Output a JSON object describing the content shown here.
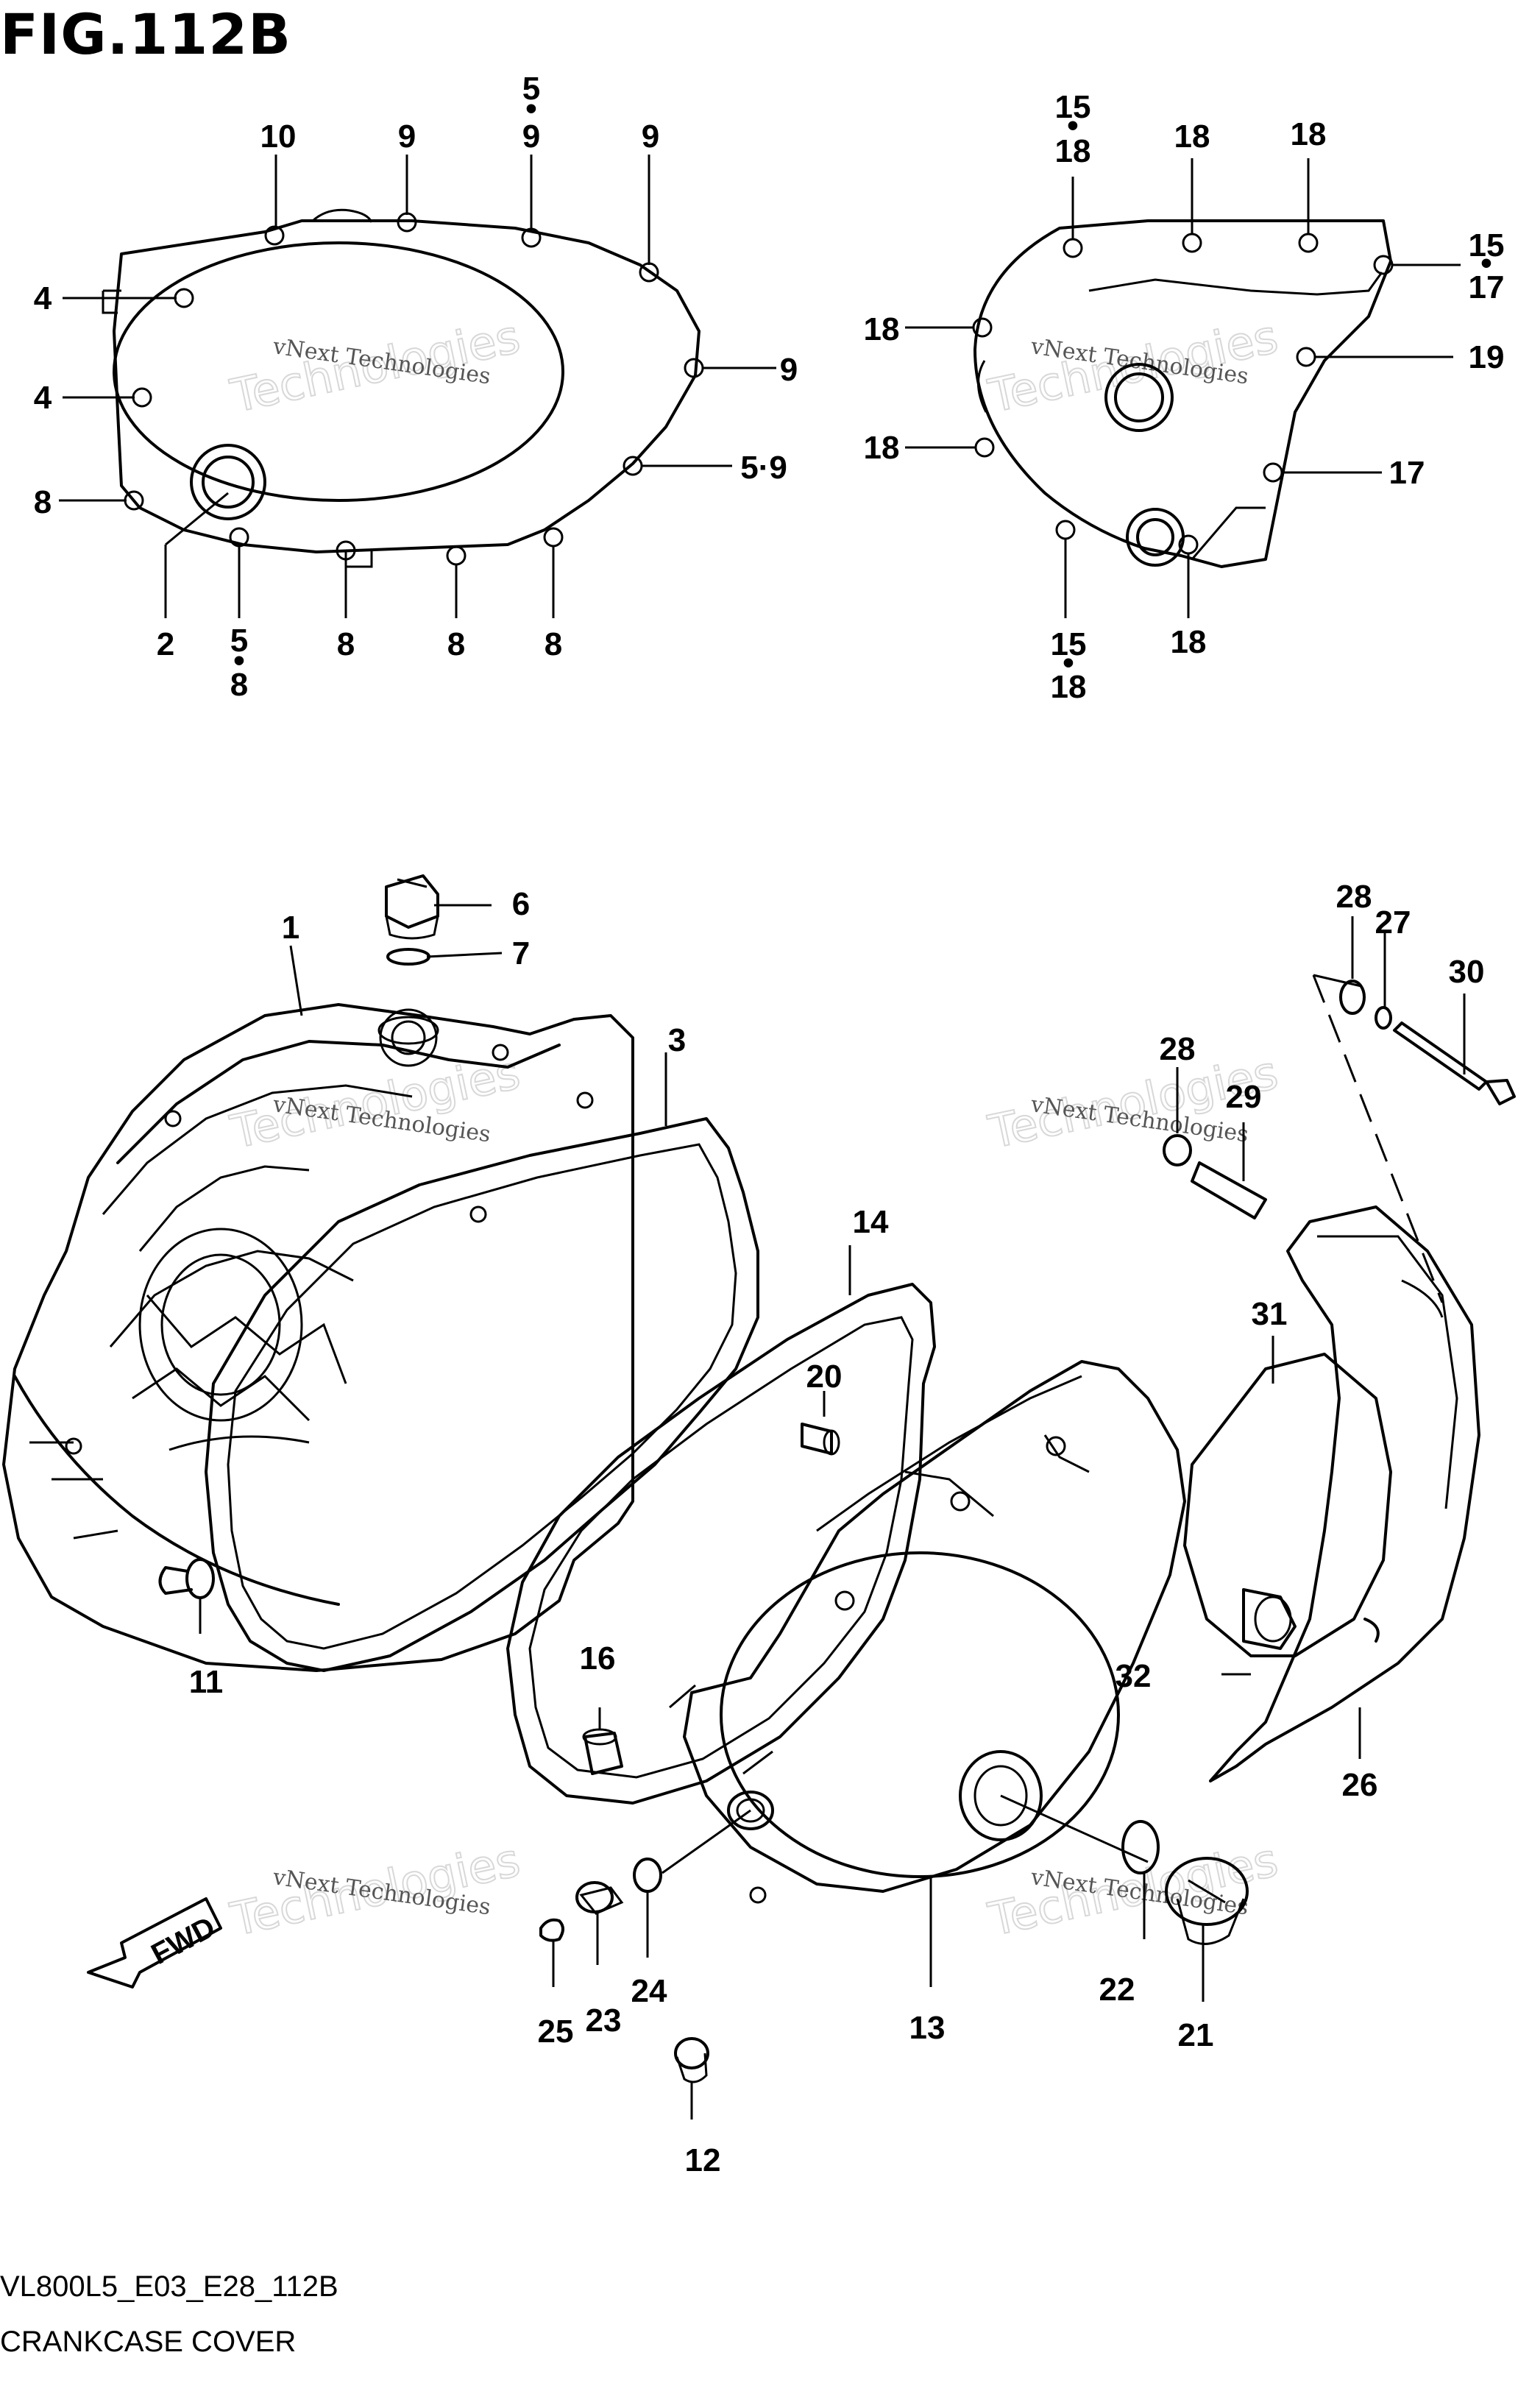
{
  "figure_title": "FIG.112B",
  "diagram_code": "VL800L5_E03_E28_112B",
  "diagram_name": "CRANKCASE COVER",
  "watermark": {
    "line1": "vNext Technologies",
    "line2": "Technologies"
  },
  "fwd_label": "FWD",
  "callouts": {
    "c1": "1",
    "c2": "2",
    "c3": "3",
    "c6": "6",
    "c7": "7",
    "c11": "11",
    "c12": "12",
    "c13": "13",
    "c14": "14",
    "c16": "16",
    "c17": "17",
    "c19": "19",
    "c20": "20",
    "c21": "21",
    "c22": "22",
    "c23": "23",
    "c24": "24",
    "c25": "25",
    "c26": "26",
    "c27": "27",
    "c28a": "28",
    "c28b": "28",
    "c29": "29",
    "c30": "30",
    "c31": "31",
    "c32": "32",
    "l4a": "4",
    "l4b": "4",
    "l8a": "8",
    "l10": "10",
    "l9a": "9",
    "l59top": "5",
    "l59bot": "9",
    "l9b": "9",
    "l9c": "9",
    "l59side": "5·9",
    "l58top": "5",
    "l58bot": "8",
    "l8b": "8",
    "l8c": "8",
    "l8d": "8",
    "r1518top": "15",
    "r1518bot": "18",
    "r18a": "18",
    "r18b": "18",
    "r1517top": "15",
    "r1517bot": "17",
    "r18c": "18",
    "r18d": "18",
    "r1518btop": "15",
    "r1518bbot": "18",
    "r18e": "18"
  }
}
